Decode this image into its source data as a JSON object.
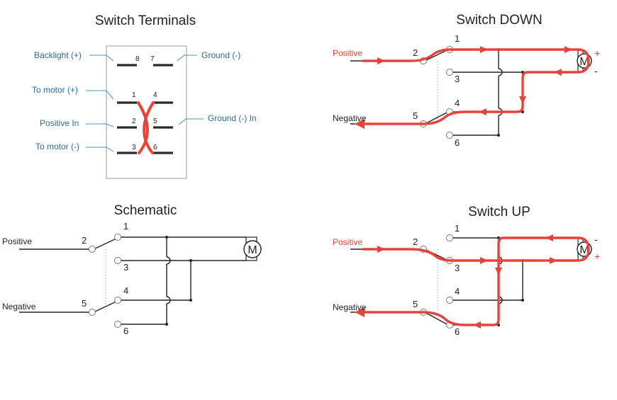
{
  "terminals": {
    "title": "Switch Terminals",
    "backlight": "Backlight (+)",
    "ground": "Ground (-)",
    "to_motor_plus": "To motor (+)",
    "positive_in": "Positive In",
    "ground_in": "Ground (-) In",
    "to_motor_minus": "To motor (-)",
    "n8": "8",
    "n7": "7",
    "n1": "1",
    "n4": "4",
    "n2": "2",
    "n5": "5",
    "n3": "3",
    "n6": "6"
  },
  "down": {
    "title": "Switch DOWN",
    "positive": "Positive",
    "negative": "Negative",
    "n1": "1",
    "n2": "2",
    "n3": "3",
    "n4": "4",
    "n5": "5",
    "n6": "6",
    "motor": "M",
    "plus": "+",
    "minus": "-"
  },
  "schematic": {
    "title": "Schematic",
    "positive": "Positive",
    "negative": "Negative",
    "n1": "1",
    "n2": "2",
    "n3": "3",
    "n4": "4",
    "n5": "5",
    "n6": "6",
    "motor": "M"
  },
  "up": {
    "title": "Switch UP",
    "positive": "Positive",
    "negative": "Negative",
    "n1": "1",
    "n2": "2",
    "n3": "3",
    "n4": "4",
    "n5": "5",
    "n6": "6",
    "motor": "M",
    "minus": "-",
    "plus": "+"
  },
  "colors": {
    "flow": "#e8433a",
    "label_blue": "#2c6a9c",
    "leader": "#4a8fc4",
    "wire": "#222222"
  }
}
